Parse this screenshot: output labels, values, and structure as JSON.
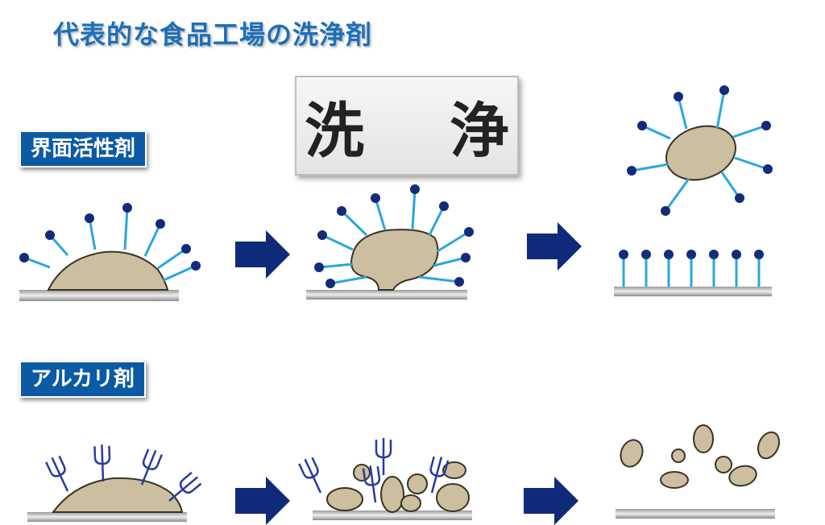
{
  "title": "代表的な食品工場の洗浄剤",
  "labels": {
    "surfactant": "界面活性剤",
    "alkali": "アルカリ剤",
    "wash": "洗 浄"
  },
  "colors": {
    "title": "#1c6fb7",
    "label_bg": "#0d5aa4",
    "dirt": "#cbbf9f",
    "surfactant_tail": "#2aa6e0",
    "surfactant_head": "#142a7a",
    "arrow": "#0f2a78",
    "fork": "#2a3aa0"
  },
  "icons": {
    "arrow": "arrow-right-icon",
    "fork": "fork-icon"
  }
}
